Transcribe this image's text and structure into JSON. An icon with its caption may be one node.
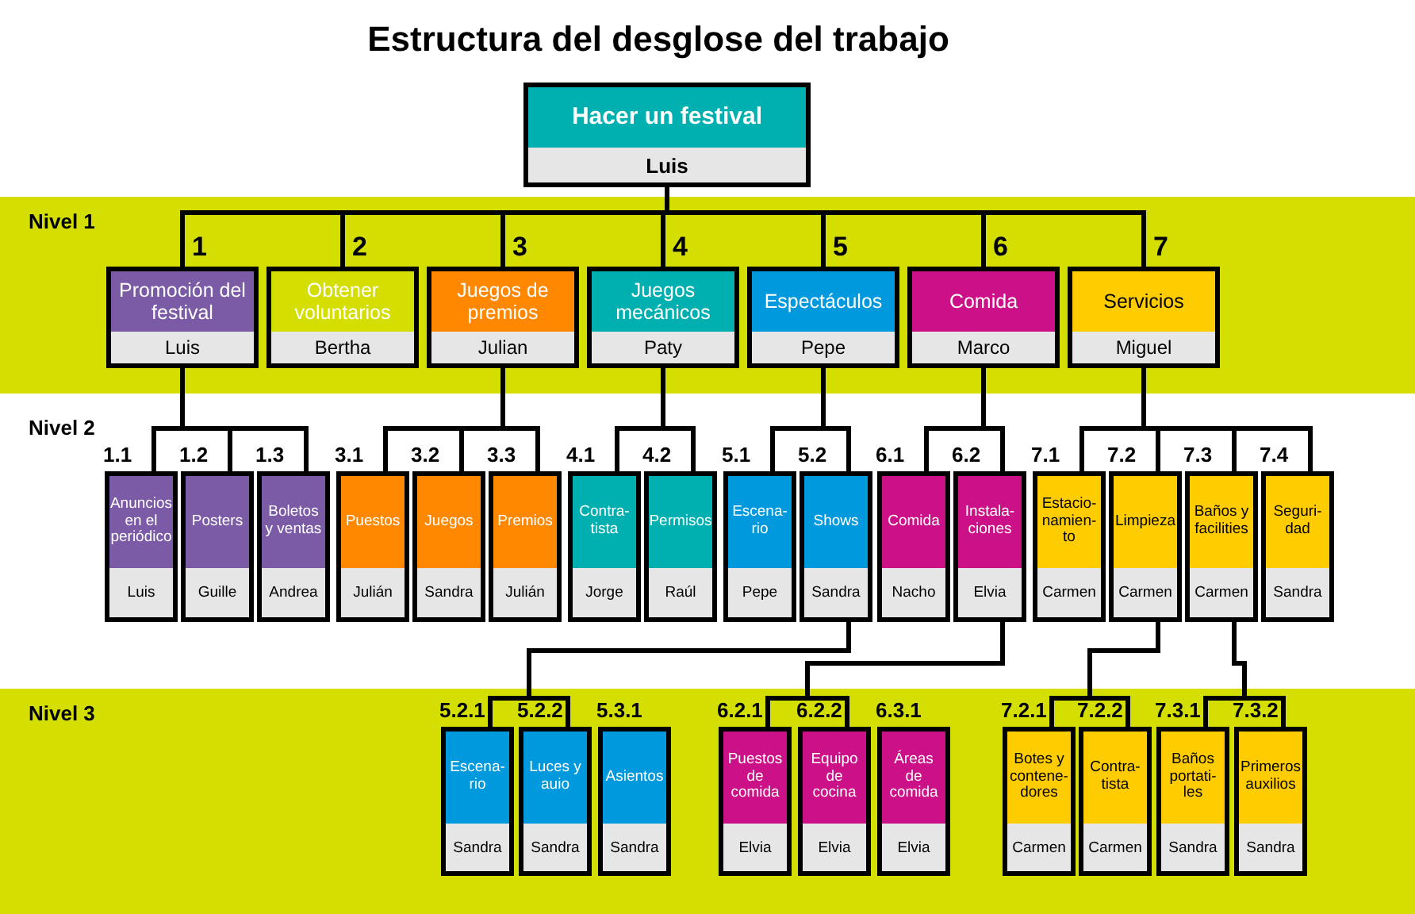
{
  "diagram": {
    "title": "Estructura del desglose del trabajo",
    "nodes": [
      {
        "text": [
          "Hacer un festival",
          "Luis"
        ]
      },
      {
        "text": [
          "Promoción del festival",
          "Luis"
        ],
        "beside": [
          "1"
        ]
      },
      {
        "text": [
          "Obtener voluntarios",
          "Bertha"
        ],
        "beside": [
          "2"
        ]
      },
      {
        "text": [
          "Juegos de premios",
          "Julian"
        ],
        "beside": [
          "3"
        ]
      },
      {
        "text": [
          "Juegos mecánicos",
          "Paty"
        ],
        "beside": [
          "4"
        ]
      },
      {
        "text": [
          "Espectáculos",
          "Pepe"
        ],
        "beside": [
          "5"
        ]
      },
      {
        "text": [
          "Comida",
          "Marco"
        ],
        "beside": [
          "6"
        ]
      },
      {
        "text": [
          "Servicios",
          "Miguel"
        ],
        "beside": [
          "7"
        ]
      },
      {
        "text": [
          "Anuncios en el periódico",
          "Luis"
        ],
        "beside": [
          "1.1"
        ]
      },
      {
        "text": [
          "Posters",
          "Guille"
        ],
        "beside": [
          "1.2"
        ]
      },
      {
        "text": [
          "Boletos y ventas",
          "Andrea"
        ],
        "beside": [
          "1.3"
        ]
      },
      {
        "text": [
          "Puestos",
          "Julián"
        ],
        "beside": [
          "3.1"
        ]
      },
      {
        "text": [
          "Juegos",
          "Sandra"
        ],
        "beside": [
          "3.2"
        ]
      },
      {
        "text": [
          "Premios",
          "Julián"
        ],
        "beside": [
          "3.3"
        ]
      },
      {
        "text": [
          "Contra- tista",
          "Jorge"
        ],
        "beside": [
          "4.1"
        ]
      },
      {
        "text": [
          "Permisos",
          "Raúl"
        ],
        "beside": [
          "4.2"
        ]
      },
      {
        "text": [
          "Escena- rio",
          "Pepe"
        ],
        "beside": [
          "5.1"
        ]
      },
      {
        "text": [
          "Shows",
          "Sandra"
        ],
        "beside": [
          "5.2"
        ]
      },
      {
        "text": [
          "Comida",
          "Nacho"
        ],
        "beside": [
          "6.1"
        ]
      },
      {
        "text": [
          "Instala- ciones",
          "Elvia"
        ],
        "beside": [
          "6.2"
        ]
      },
      {
        "text": [
          "Estacio- namien- to",
          "Carmen"
        ],
        "beside": [
          "7.1"
        ]
      },
      {
        "text": [
          "Limpieza",
          "Carmen"
        ],
        "beside": [
          "7.2"
        ]
      },
      {
        "text": [
          "Baños y facilities",
          "Carmen"
        ],
        "beside": [
          "7.3"
        ]
      },
      {
        "text": [
          "Seguri- dad",
          "Sandra"
        ],
        "beside": [
          "7.4"
        ]
      },
      {
        "text": [
          "Escena- rio",
          "Sandra"
        ],
        "beside": [
          "5.2.1"
        ]
      },
      {
        "text": [
          "Luces y auio",
          "Sandra"
        ],
        "beside": [
          "5.2.2"
        ]
      },
      {
        "text": [
          "Asientos",
          "Sandra"
        ],
        "beside": [
          "5.3.1"
        ]
      },
      {
        "text": [
          "Puestos de comida",
          "Elvia"
        ],
        "beside": [
          "6.2.1"
        ]
      },
      {
        "text": [
          "Equipo de cocina",
          "Elvia"
        ],
        "beside": [
          "6.2.2"
        ]
      },
      {
        "text": [
          "Áreas de comida",
          "Elvia"
        ],
        "beside": [
          "6.3.1"
        ]
      },
      {
        "text": [
          "Botes y contene- dores",
          "Carmen"
        ],
        "beside": [
          "7.2.1"
        ]
      },
      {
        "text": [
          "Contra- tista",
          "Carmen"
        ],
        "beside": [
          "7.2.2"
        ]
      },
      {
        "text": [
          "Baños portati- les",
          "Sandra"
        ],
        "beside": [
          "7.3.1"
        ]
      },
      {
        "text": [
          "Primeros auxilios",
          "Sandra"
        ],
        "beside": [
          "7.3.2"
        ]
      }
    ],
    "edges": [
      {
        "from": 0,
        "to": 1,
        "arrow": "none"
      },
      {
        "from": 0,
        "to": 2,
        "arrow": "none"
      },
      {
        "from": 0,
        "to": 3,
        "arrow": "none"
      },
      {
        "from": 0,
        "to": 4,
        "arrow": "none"
      },
      {
        "from": 0,
        "to": 5,
        "arrow": "none"
      },
      {
        "from": 0,
        "to": 6,
        "arrow": "none"
      },
      {
        "from": 0,
        "to": 7,
        "arrow": "none"
      },
      {
        "from": 1,
        "to": 8,
        "arrow": "none"
      },
      {
        "from": 1,
        "to": 9,
        "arrow": "none"
      },
      {
        "from": 1,
        "to": 10,
        "arrow": "none"
      },
      {
        "from": 3,
        "to": 11,
        "arrow": "none"
      },
      {
        "from": 3,
        "to": 12,
        "arrow": "none"
      },
      {
        "from": 3,
        "to": 13,
        "arrow": "none"
      },
      {
        "from": 4,
        "to": 14,
        "arrow": "none"
      },
      {
        "from": 4,
        "to": 15,
        "arrow": "none"
      },
      {
        "from": 5,
        "to": 16,
        "arrow": "none"
      },
      {
        "from": 5,
        "to": 17,
        "arrow": "none"
      },
      {
        "from": 6,
        "to": 18,
        "arrow": "none"
      },
      {
        "from": 6,
        "to": 19,
        "arrow": "none"
      },
      {
        "from": 7,
        "to": 20,
        "arrow": "none"
      },
      {
        "from": 7,
        "to": 21,
        "arrow": "none"
      },
      {
        "from": 7,
        "to": 22,
        "arrow": "none"
      },
      {
        "from": 7,
        "to": 23,
        "arrow": "none"
      },
      {
        "from": 17,
        "to": 24,
        "arrow": "none"
      },
      {
        "from": 17,
        "to": 25,
        "arrow": "none"
      },
      {
        "from": 19,
        "to": 27,
        "arrow": "none"
      },
      {
        "from": 19,
        "to": 28,
        "arrow": "none"
      },
      {
        "from": 21,
        "to": 30,
        "arrow": "none"
      },
      {
        "from": 21,
        "to": 31,
        "arrow": "none"
      },
      {
        "from": 22,
        "to": 32,
        "arrow": "none"
      },
      {
        "from": 22,
        "to": 33,
        "arrow": "none"
      }
    ],
    "labels": [
      "Nivel 1",
      "Nivel 2",
      "Nivel 3"
    ]
  }
}
